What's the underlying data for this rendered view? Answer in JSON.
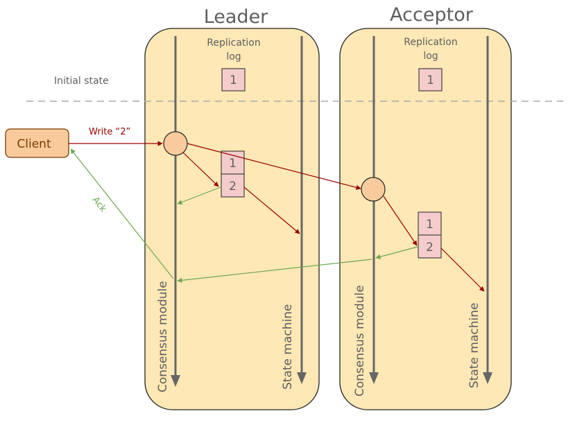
{
  "nodes": {
    "leader": {
      "title": "Leader",
      "log_label_1": "Replication",
      "log_label_2": "log"
    },
    "acceptor": {
      "title": "Acceptor",
      "log_label_1": "Replication",
      "log_label_2": "log"
    }
  },
  "initial_state_label": "Initial state",
  "client_label": "Client",
  "write_label": "Write “2”",
  "ack_label": "Ack",
  "consensus_module_label": "Consensus module",
  "state_machine_label": "State machine",
  "log_entries": {
    "leader_initial": "1",
    "acceptor_initial": "1",
    "leader_entry_1": "1",
    "leader_entry_2": "2",
    "acceptor_entry_1": "1",
    "acceptor_entry_2": "2"
  },
  "colors": {
    "node_fill": "#fde8b6",
    "log_fill": "#f4cccc",
    "client_fill": "#f9cb9c",
    "request_arrow": "#990000",
    "ack_arrow": "#6aa84f",
    "axis": "#666666"
  }
}
